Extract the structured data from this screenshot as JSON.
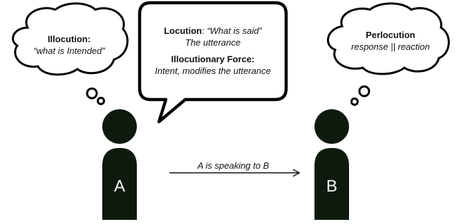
{
  "thought_left": {
    "title": "Illocution:",
    "body": "“what is Intended”"
  },
  "speech": {
    "locution_label": "Locution",
    "locution_colon": ": ",
    "locution_quote": "“What is said”",
    "locution_sub": "The utterance",
    "force_label": "Illocutionary Force:",
    "force_sub": "Intent, modifies the utterance"
  },
  "thought_right": {
    "title": "Perlocution",
    "body": "response || reaction"
  },
  "arrow_label": "A is speaking to B",
  "person_a": {
    "label": "A"
  },
  "person_b": {
    "label": "B"
  },
  "colors": {
    "figure": "#0f1a0f",
    "outline": "#000000",
    "background": "#ffffff"
  }
}
